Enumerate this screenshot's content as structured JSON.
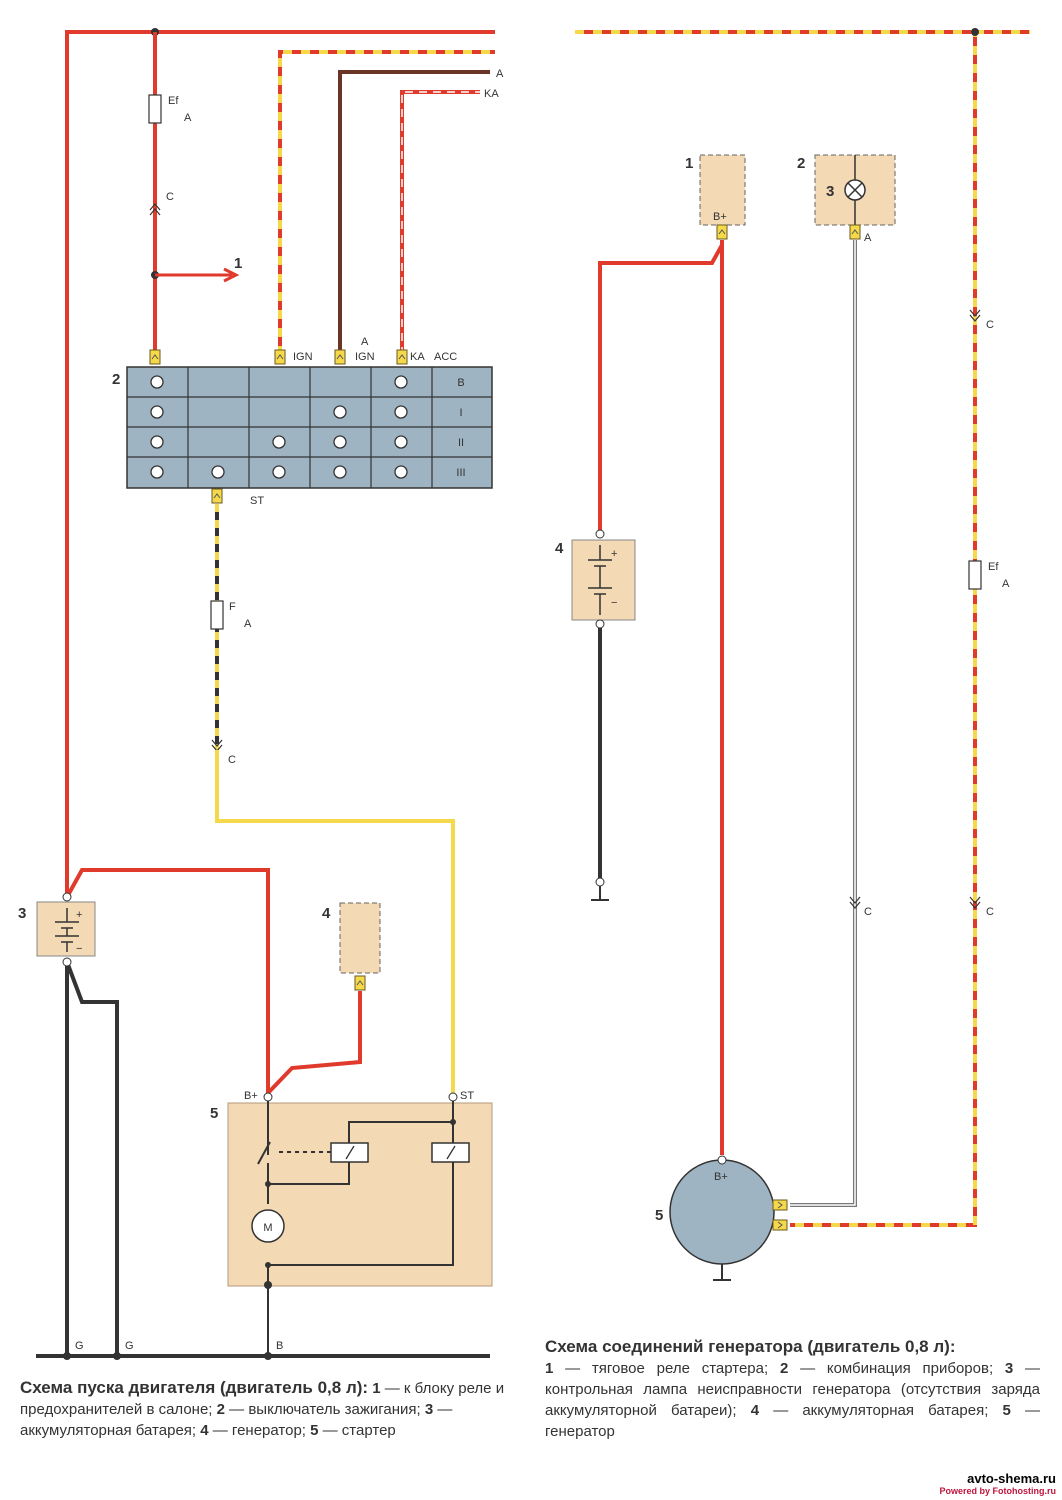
{
  "colors": {
    "red": "#e03a2c",
    "yellow": "#f5d94a",
    "brown": "#6b3525",
    "black": "#333333",
    "box_blue": "#9fb4c2",
    "box_beige": "#f3d9b4"
  },
  "left_diagram": {
    "labels": {
      "one": "1",
      "two": "2",
      "three": "3",
      "four": "4",
      "five": "5",
      "ef": "Ef",
      "a": "A",
      "c": "C",
      "f": "F",
      "top_a": "A",
      "ka": "KA",
      "ign1": "IGN",
      "a_ign": "A",
      "ign2": "IGN",
      "ka_acc": "KA",
      "acc": "ACC",
      "st": "ST",
      "bplus": "B+",
      "st_term": "ST",
      "motor": "M",
      "g1": "G",
      "g2": "G",
      "b": "B",
      "plus": "+",
      "minus": "−"
    },
    "switch_rows": [
      "B",
      "I",
      "II",
      "III"
    ]
  },
  "right_diagram": {
    "labels": {
      "one": "1",
      "two": "2",
      "three": "3",
      "four": "4",
      "five": "5",
      "bplus_relay": "B+",
      "a_lamp": "A",
      "c1": "C",
      "ef": "Ef",
      "a": "A",
      "c2": "C",
      "c3": "C",
      "bplus_gen": "B+",
      "plus": "+",
      "minus": "−"
    }
  },
  "captions": {
    "left_title": "Схема пуска двигателя (двигатель 0,8 л):",
    "left_body": [
      {
        "n": "1",
        "t": "— к блоку реле и предохранителей в салоне;"
      },
      {
        "n": "2",
        "t": "— выключатель зажигания;"
      },
      {
        "n": "3",
        "t": "— аккумуляторная батарея;"
      },
      {
        "n": "4",
        "t": "— генератор;"
      },
      {
        "n": "5",
        "t": "— стартер"
      }
    ],
    "right_title": "Схема соединений генератора (двигатель 0,8 л):",
    "right_body": [
      {
        "n": "1",
        "t": "— тяговое реле стартера;"
      },
      {
        "n": "2",
        "t": "— комбинация приборов;"
      },
      {
        "n": "3",
        "t": "— контрольная лампа неисправности генератора (отсутствия заряда аккумуляторной батареи);"
      },
      {
        "n": "4",
        "t": "— аккумуляторная батарея;"
      },
      {
        "n": "5",
        "t": "— генератор"
      }
    ]
  },
  "watermark": {
    "site": "avto-shema.ru",
    "powered": "Powered by Fotohosting.ru"
  }
}
